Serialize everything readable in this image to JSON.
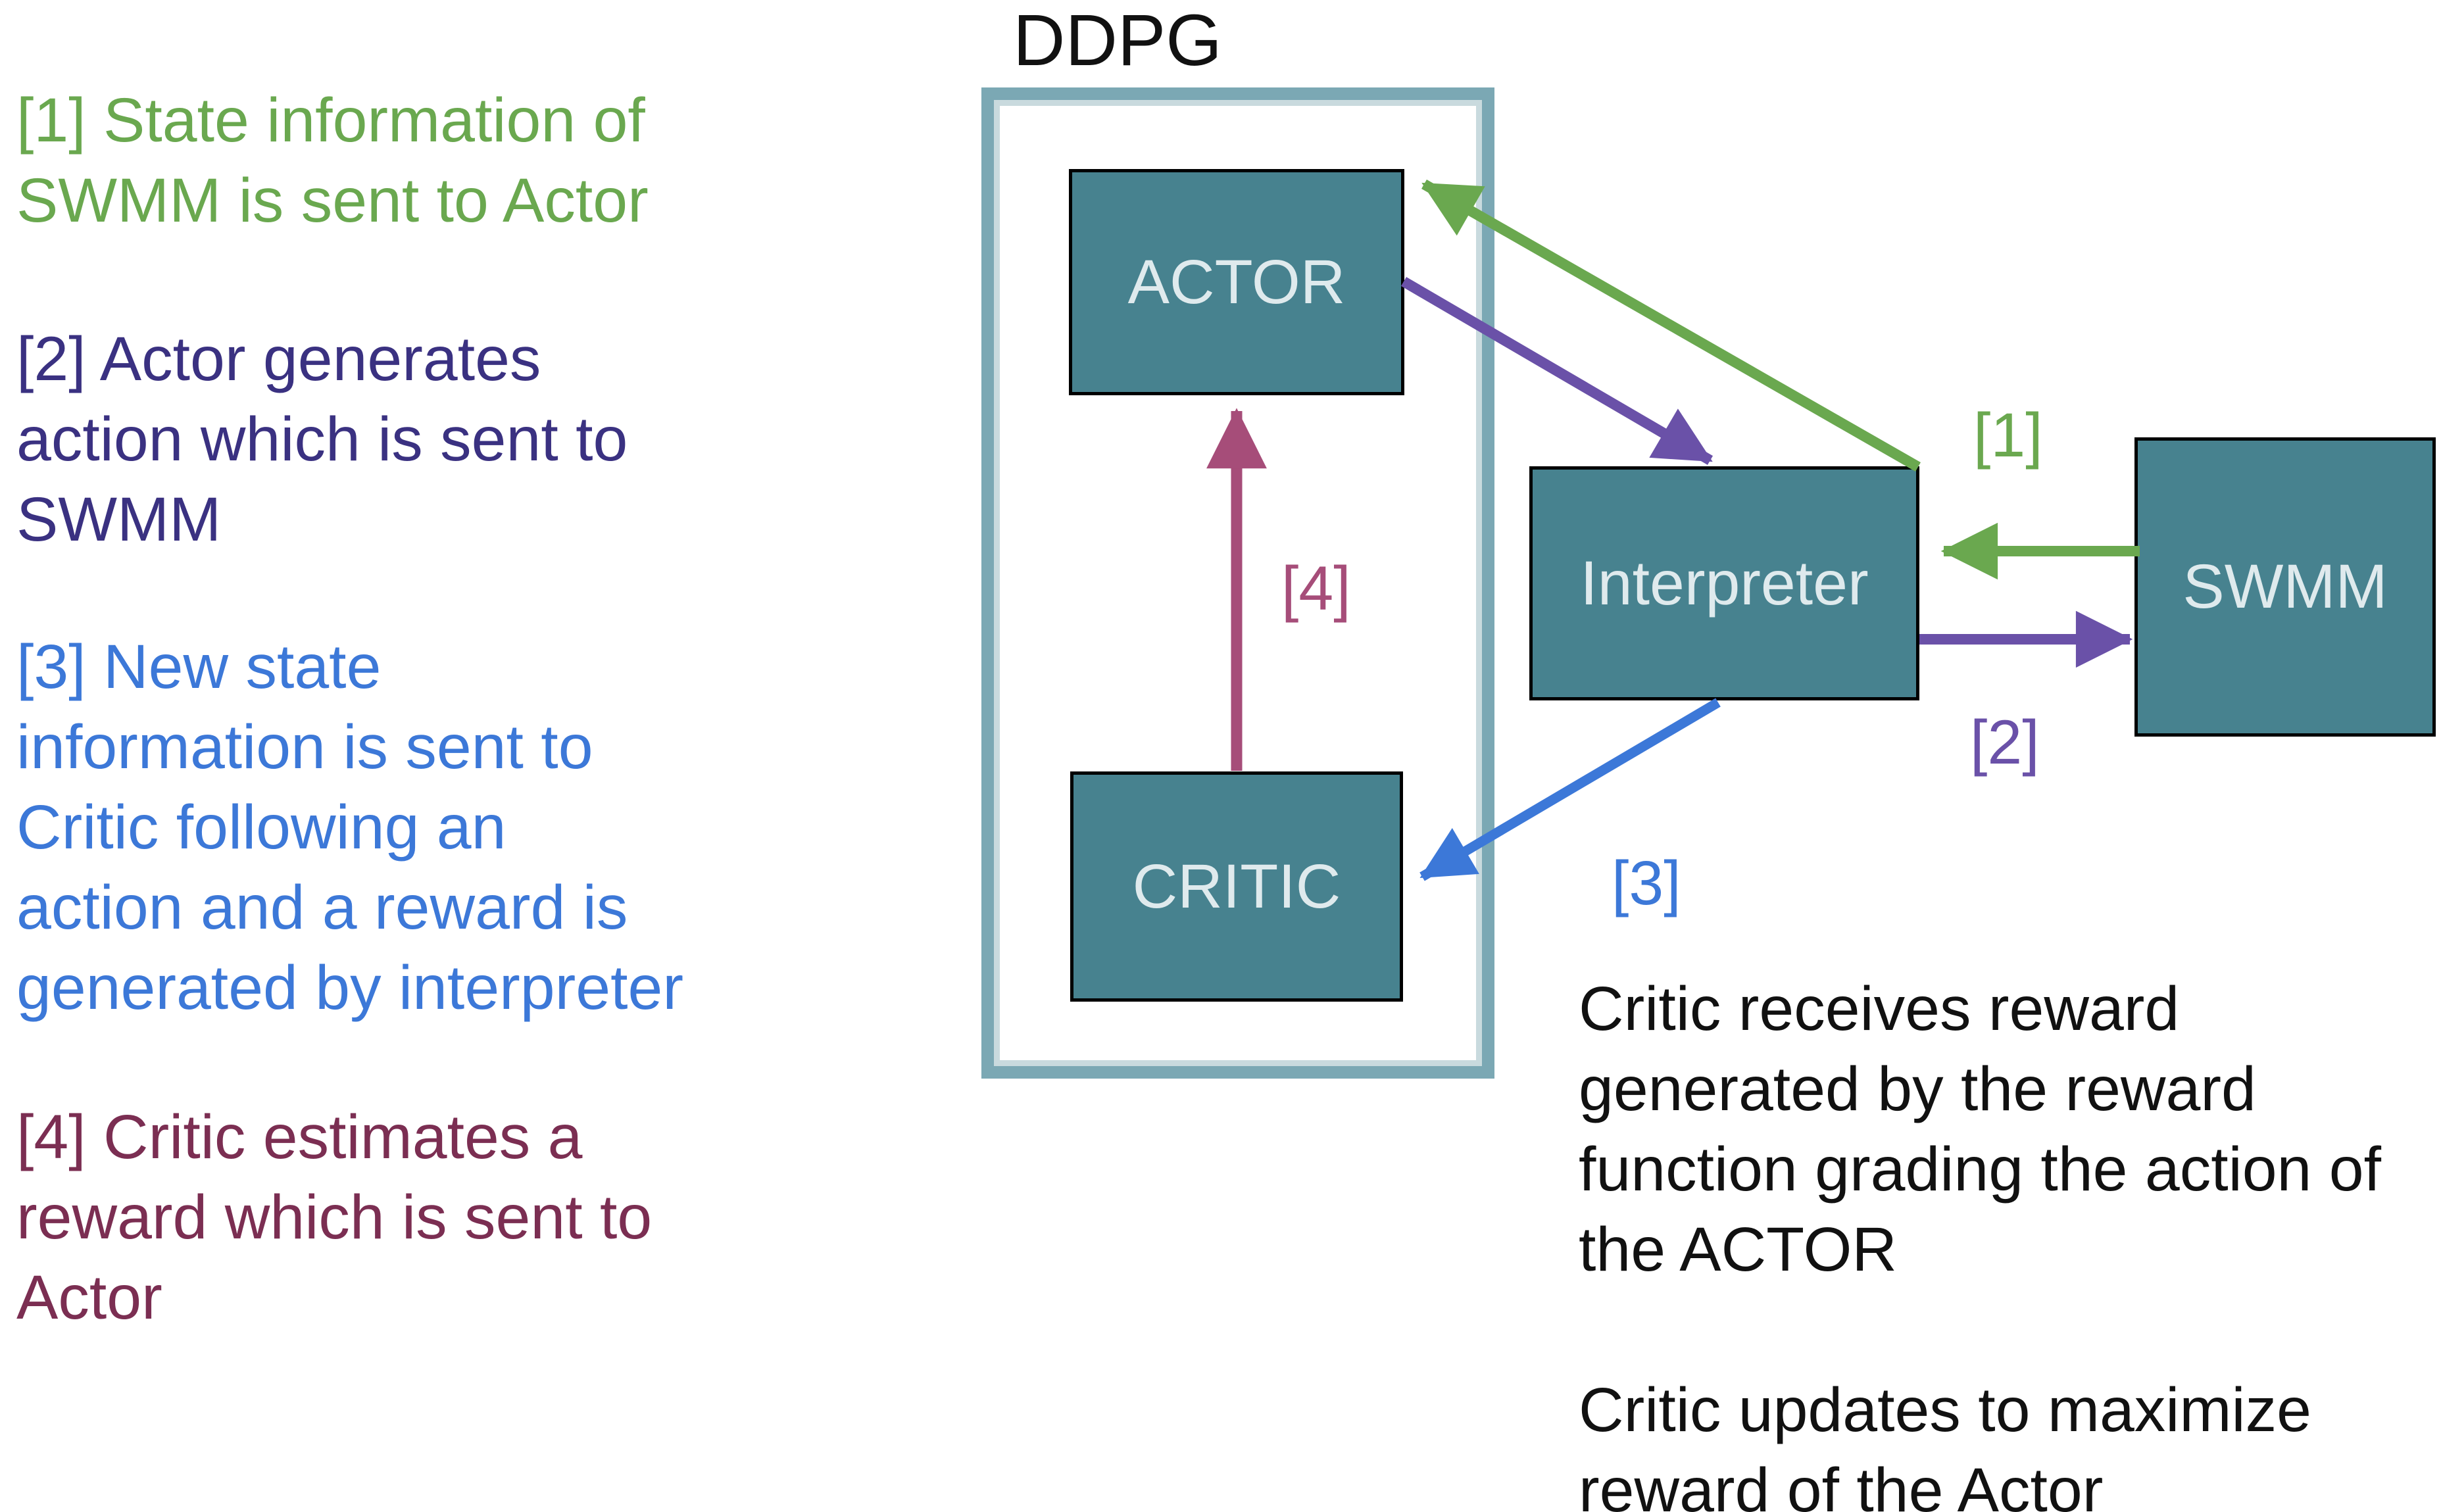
{
  "diagram": {
    "title": "DDPG",
    "nodes": {
      "actor": "ACTOR",
      "critic": "CRITIC",
      "interpreter": "Interpreter",
      "swmm": "SWMM"
    },
    "arrow_labels": {
      "a1": "[1]",
      "a2": "[2]",
      "a3": "[3]",
      "a4": "[4]"
    },
    "arrows": [
      {
        "id": "1",
        "from": "SWMM",
        "to": "Interpreter",
        "color": "#6aa84f"
      },
      {
        "id": "1",
        "from": "Interpreter",
        "to": "ACTOR",
        "color": "#6aa84f"
      },
      {
        "id": "2",
        "from": "ACTOR",
        "to": "Interpreter",
        "color": "#6a51a8"
      },
      {
        "id": "2",
        "from": "Interpreter",
        "to": "SWMM",
        "color": "#6a51a8"
      },
      {
        "id": "3",
        "from": "Interpreter",
        "to": "CRITIC",
        "color": "#3c78d8"
      },
      {
        "id": "4",
        "from": "CRITIC",
        "to": "ACTOR",
        "color": "#a64d79"
      }
    ],
    "colors": {
      "node_fill": "#47828f",
      "node_border": "#000000",
      "node_text": "#dfeaed",
      "frame_border": "#7ba8b4",
      "frame_inner": "#c9dade",
      "green": "#6aa84f",
      "purple": "#6a51a8",
      "blue": "#3c78d8",
      "mauve": "#a64d79",
      "legend_indigo": "#3a3181",
      "legend_maroon": "#7b2e52",
      "black_text": "#111111"
    }
  },
  "legend": {
    "items": [
      {
        "text": "[1] State information of\nSWMM is sent to Actor",
        "color": "#6aa84f"
      },
      {
        "text": "[2] Actor generates\naction which is sent to\nSWMM",
        "color": "#3a3181"
      },
      {
        "text": "[3] New state\ninformation is sent to\nCritic following an\naction and a reward is\ngenerated by interpreter",
        "color": "#3c78d8"
      },
      {
        "text": "[4] Critic estimates a\nreward which is sent to\nActor",
        "color": "#7b2e52"
      }
    ]
  },
  "notes": {
    "paragraphs": [
      "Critic receives reward\ngenerated by the reward\nfunction grading the action of\nthe ACTOR",
      "Critic updates to maximize\nreward of the Actor"
    ]
  }
}
